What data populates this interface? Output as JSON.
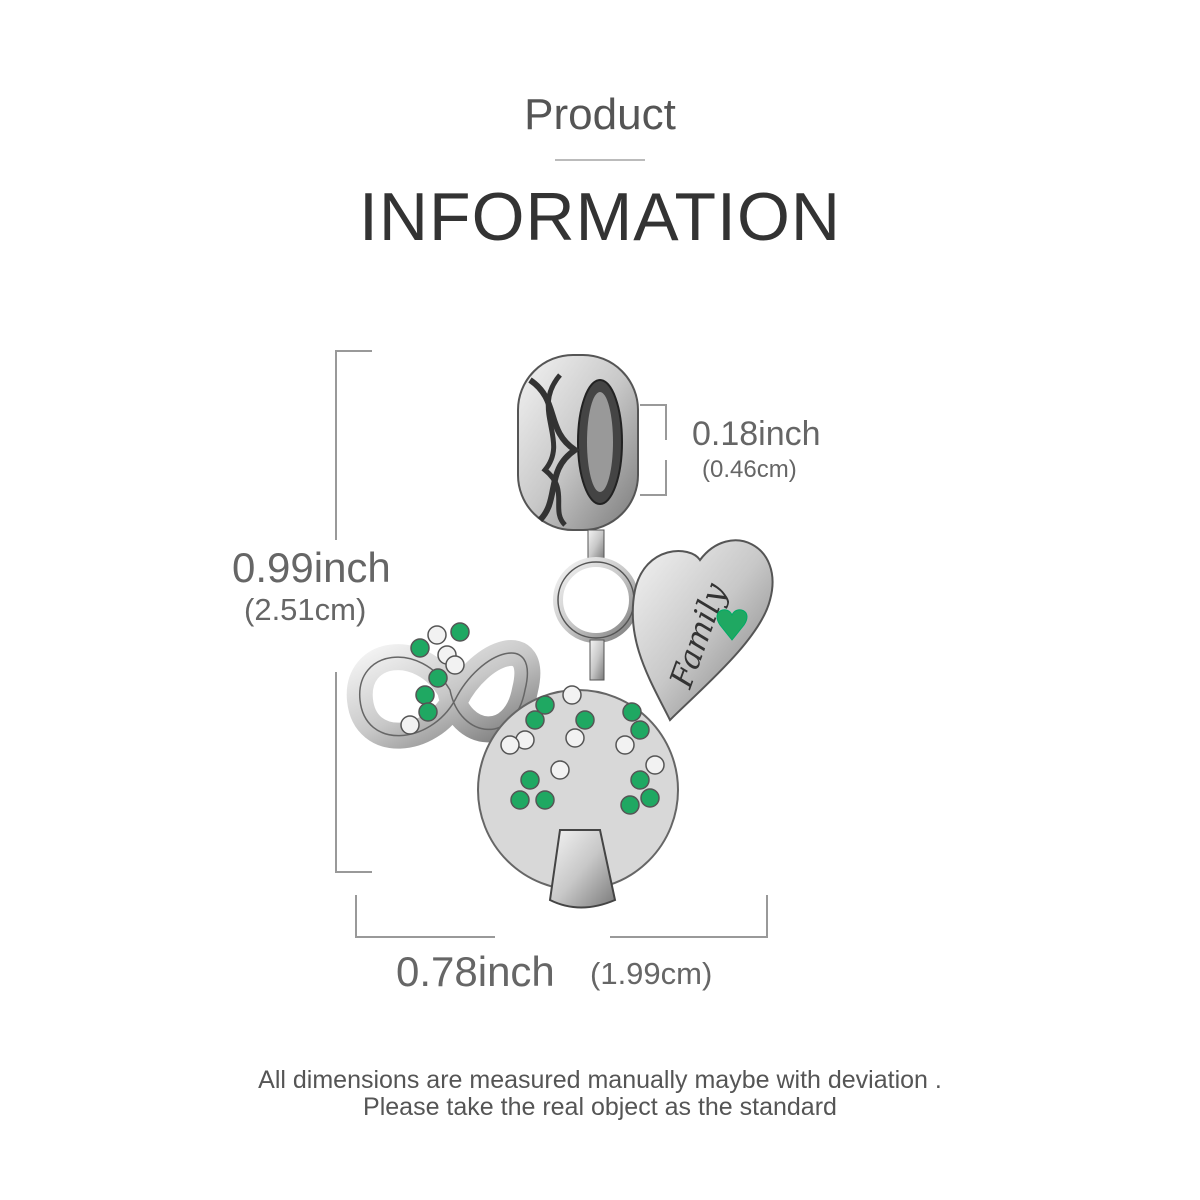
{
  "header": {
    "title_small": "Product",
    "title_large": "INFORMATION"
  },
  "dimensions": {
    "height": {
      "inch": "0.99inch",
      "cm": "(2.51cm)"
    },
    "bail": {
      "inch": "0.18inch",
      "cm": "(0.46cm)"
    },
    "width": {
      "inch": "0.78inch",
      "cm": "(1.99cm)"
    }
  },
  "product": {
    "engraving": "Family",
    "metal_color": "#d9d9d9",
    "stone_color": "#1fa862"
  },
  "footer": {
    "line1": "All dimensions are measured manually maybe with deviation .",
    "line2": "Please take the real object as the standard"
  }
}
